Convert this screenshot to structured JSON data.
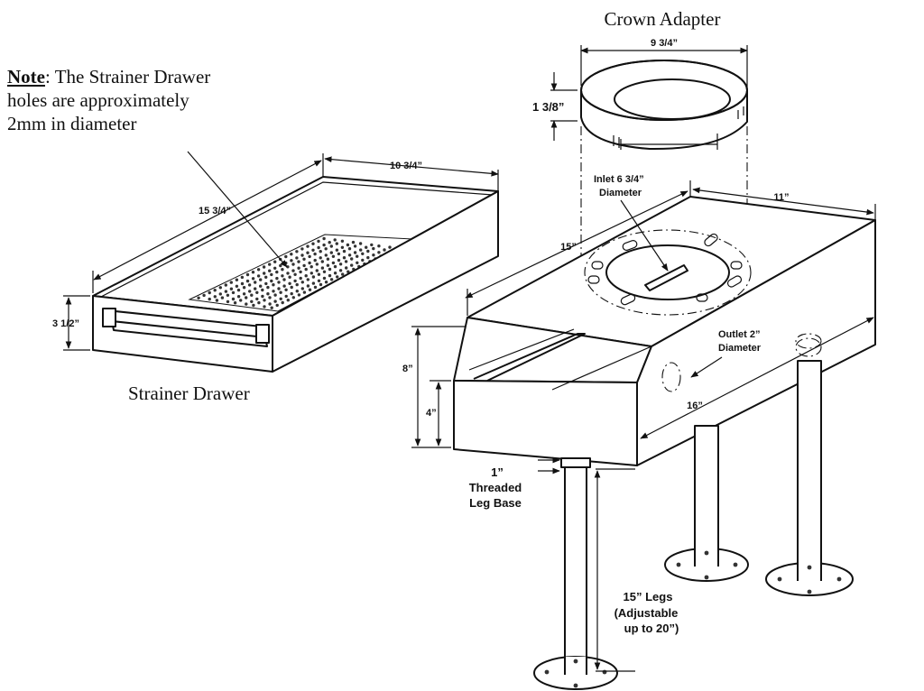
{
  "crown_adapter": {
    "title": "Crown Adapter",
    "width": "9 3/4”",
    "height": "1 3/8”"
  },
  "note": {
    "lead": "Note",
    "text": ": The Strainer Drawer holes are approximately 2mm in diameter"
  },
  "strainer_drawer": {
    "title": "Strainer Drawer",
    "width": "10 3/4”",
    "length": "15 3/4”",
    "height": "3 1/2”"
  },
  "main_unit": {
    "inlet_line1": "Inlet 6 3/4”",
    "inlet_line2": "Diameter",
    "width": "11”",
    "depth_top": "15”",
    "outlet_line1": "Outlet 2”",
    "outlet_line2": "Diameter",
    "length": "16”",
    "height_total": "8”",
    "height_front": "4”",
    "leg_base_line1": "1”",
    "leg_base_line2": "Threaded",
    "leg_base_line3": "Leg Base",
    "legs_line1": "15” Legs",
    "legs_line2": "(Adjustable",
    "legs_line3": "up to 20”)"
  }
}
